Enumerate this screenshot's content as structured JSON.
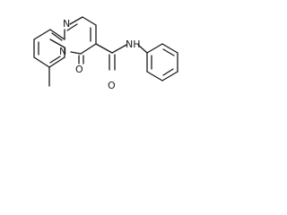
{
  "structure": {
    "atoms": {
      "ring_n": "N",
      "bridge_n": "N",
      "carbonyl_o": "O",
      "amide_o": "O",
      "amide_nh": "NH"
    }
  }
}
